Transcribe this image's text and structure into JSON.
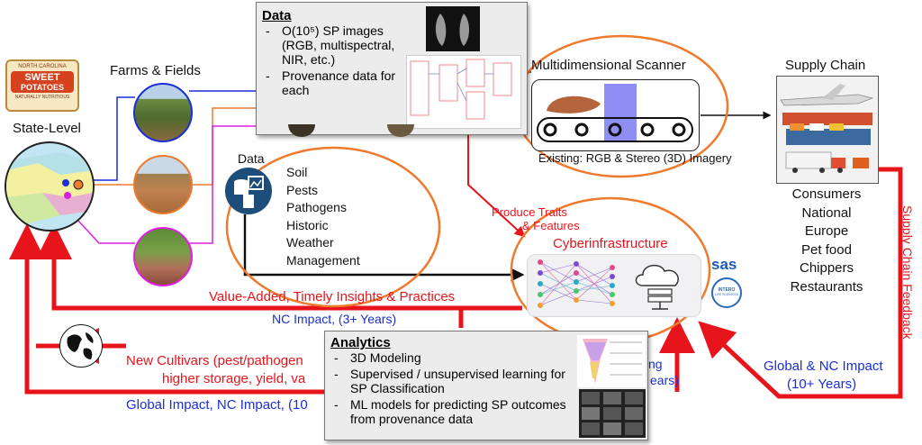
{
  "logo": {
    "line_top": "NORTH CAROLINA",
    "word_1": "SWEET",
    "word_2": "POTATOES",
    "line_bottom": "NATURALLY NUTRITIOUS"
  },
  "labels": {
    "farms_fields": "Farms & Fields",
    "state_level": "State-Level",
    "data_icon_label": "Data",
    "scanner_title": "Multidimensional Scanner",
    "scanner_caption": "Existing: RGB & Stereo (3D) Imagery",
    "supply_chain": "Supply Chain",
    "produce_traits_1": "Produce Traits",
    "produce_traits_2": "& Features",
    "cyberinfrastructure": "Cyberinfrastructure",
    "sas": "sas",
    "intero_1": "INTERO",
    "intero_2": "LIFE SCIENCES",
    "value_added": "Value-Added, Timely Insights & Practices",
    "nc_impact": "NC Impact, (3+ Years)",
    "new_cultivars_1": "New Cultivars (pest/pathogen",
    "new_cultivars_2": "higher storage, yield, va",
    "global_impact_left": "Global Impact, NC Impact, (10",
    "hidden_right_1": "ng",
    "hidden_right_2": "ears)",
    "global_nc_impact_1": "Global & NC Impact",
    "global_nc_impact_2": "(10+ Years)",
    "supply_feedback": "Supply Chain Feedback"
  },
  "data_callout": {
    "title": "Data",
    "bullets": [
      "O(10⁵) SP images (RGB, multispectral, NIR, etc.)",
      "Provenance data for each"
    ]
  },
  "data_sources": [
    "Soil",
    "Pests",
    "Pathogens",
    "Historic",
    "Weather",
    "Management"
  ],
  "consumers": [
    "Consumers",
    "National",
    "Europe",
    "Pet food",
    "Chippers",
    "Restaurants"
  ],
  "analytics_callout": {
    "title": "Analytics",
    "bullets": [
      "3D Modeling",
      "Supervised / unsupervised learning for SP Classification",
      "ML models for predicting SP outcomes from provenance data"
    ]
  },
  "colors": {
    "red": "#e8141c",
    "blue": "#1a2fd6",
    "orange": "#ee7a2e",
    "magenta": "#e01ee0",
    "dark_blue": "#1d4d7a"
  }
}
